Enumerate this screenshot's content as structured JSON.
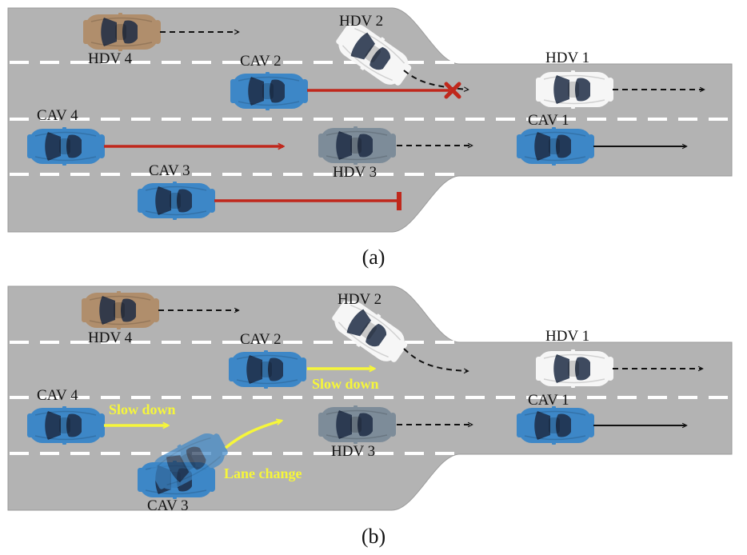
{
  "panels": [
    {
      "caption": "(a)",
      "labels": {
        "hdv4": "HDV 4",
        "hdv2": "HDV 2",
        "cav2": "CAV 2",
        "hdv1": "HDV 1",
        "cav4": "CAV 4",
        "cav1": "CAV 1",
        "cav3": "CAV 3",
        "hdv3": "HDV 3"
      }
    },
    {
      "caption": "(b)",
      "labels": {
        "hdv4": "HDV 4",
        "hdv2": "HDV 2",
        "cav2": "CAV 2",
        "hdv1": "HDV 1",
        "cav4": "CAV 4",
        "cav1": "CAV 1",
        "cav3": "CAV 3",
        "hdv3": "HDV 3"
      },
      "annotations": {
        "slow_down_cav2": "Slow down",
        "slow_down_cav4": "Slow down",
        "lane_change": "Lane change"
      }
    }
  ],
  "colors": {
    "road": "#b3b3b3",
    "lane_marking": "#ffffff",
    "cav_blue": "#3d87c7",
    "hdv_gray": "#7d8c99",
    "hdv_tan": "#b08e6c",
    "hdv_white": "#f6f6f6",
    "conflict_red": "#c0281c",
    "action_yellow": "#f6f63a"
  }
}
